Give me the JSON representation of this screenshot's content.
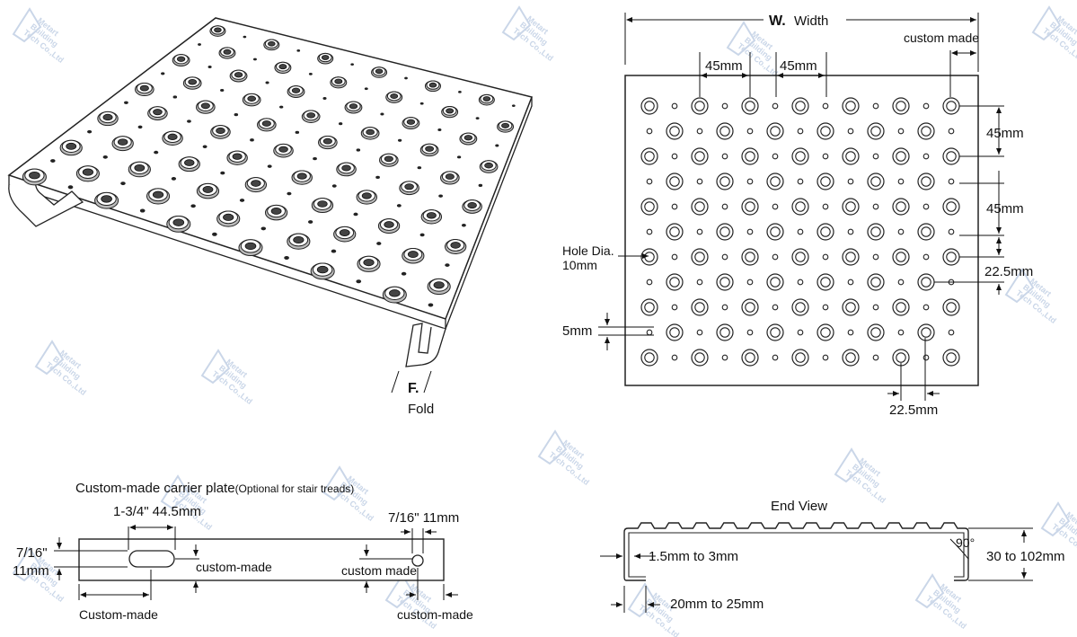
{
  "drawing": {
    "iso_fold_letter": "F.",
    "iso_fold_word": "Fold",
    "top": {
      "width_letter": "W.",
      "width_word": "Width",
      "custom_made": "custom made",
      "pitch_a": "45mm",
      "pitch_b": "45mm",
      "right_45_a": "45mm",
      "right_45_b": "45mm",
      "hole_dia_line1": "Hole Dia.",
      "hole_dia_line2": "10mm",
      "right_22": "22.5mm",
      "left_5": "5mm",
      "bottom_22": "22.5mm"
    },
    "carrier": {
      "title": "Custom-made carrier plate",
      "title_note": "(Optional for stair treads)",
      "slot_dim": "1-3/4\" 44.5mm",
      "hole_dim": "7/16\" 11mm",
      "left_line1": "7/16\"",
      "left_line2": "11mm",
      "custom_made_mid": "custom-made",
      "custom_made_hole": "custom made",
      "custom_made_bottom_left": "Custom-made",
      "custom_made_bottom_right": "custom-made"
    },
    "end_view": {
      "title": "End View",
      "angle": "90°",
      "thickness": "1.5mm to 3mm",
      "height": "30 to 102mm",
      "lip": "20mm to 25mm"
    },
    "watermark": {
      "line1": "Metart",
      "line2": "Building",
      "line3": "Tech Co.,Ltd"
    }
  }
}
